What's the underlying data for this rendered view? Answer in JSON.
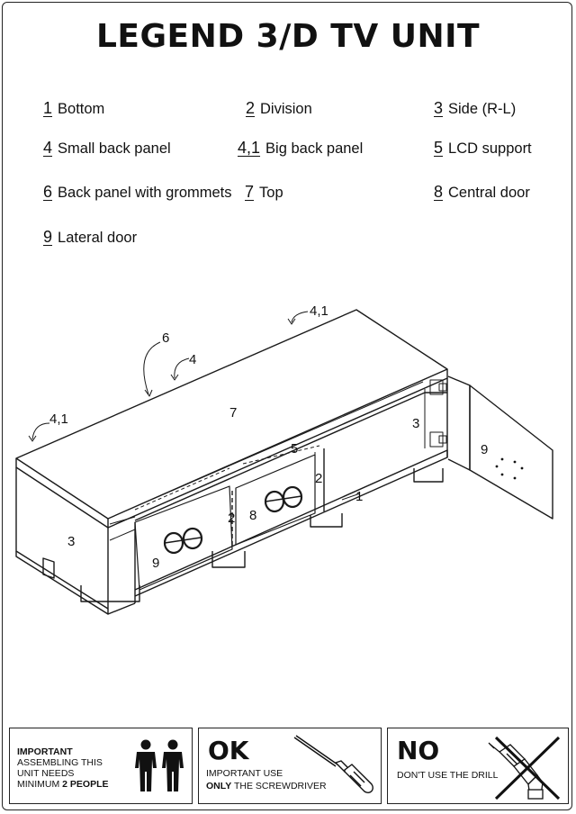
{
  "title": "LEGEND 3/D TV UNIT",
  "parts": [
    {
      "num": "1",
      "label": "Bottom"
    },
    {
      "num": "2",
      "label": "Division"
    },
    {
      "num": "3",
      "label": "Side (R-L)"
    },
    {
      "num": "4",
      "label": "Small back panel"
    },
    {
      "num": "4,1",
      "label": "Big back panel"
    },
    {
      "num": "5",
      "label": "LCD support"
    },
    {
      "num": "6",
      "label": "Back panel with grommets"
    },
    {
      "num": "7",
      "label": "Top"
    },
    {
      "num": "8",
      "label": "Central door"
    },
    {
      "num": "9",
      "label": "Lateral door"
    }
  ],
  "callouts": {
    "c41_top": "4,1",
    "c6": "6",
    "c4": "4",
    "c41_left": "4,1",
    "c7": "7",
    "c3_right": "3",
    "c5": "5",
    "c2_right": "2",
    "c1": "1",
    "c9_right": "9",
    "c3_left": "3",
    "c2_left": "2",
    "c8": "8",
    "c9_left": "9"
  },
  "notices": {
    "important": {
      "heading": "IMPORTANT",
      "line1": "ASSEMBLING THIS",
      "line2": "UNIT NEEDS",
      "line3_prefix": "MINIMUM",
      "line3_strong": "2 PEOPLE"
    },
    "ok": {
      "heading": "OK",
      "line1": "IMPORTANT USE",
      "line2_strong": "ONLY",
      "line2_rest": "THE SCREWDRIVER"
    },
    "no": {
      "heading": "NO",
      "line1": "DON'T USE THE DRILL"
    }
  },
  "icons": [
    "two-people-icon",
    "screwdriver-icon",
    "drill-icon",
    "cross-icon"
  ]
}
